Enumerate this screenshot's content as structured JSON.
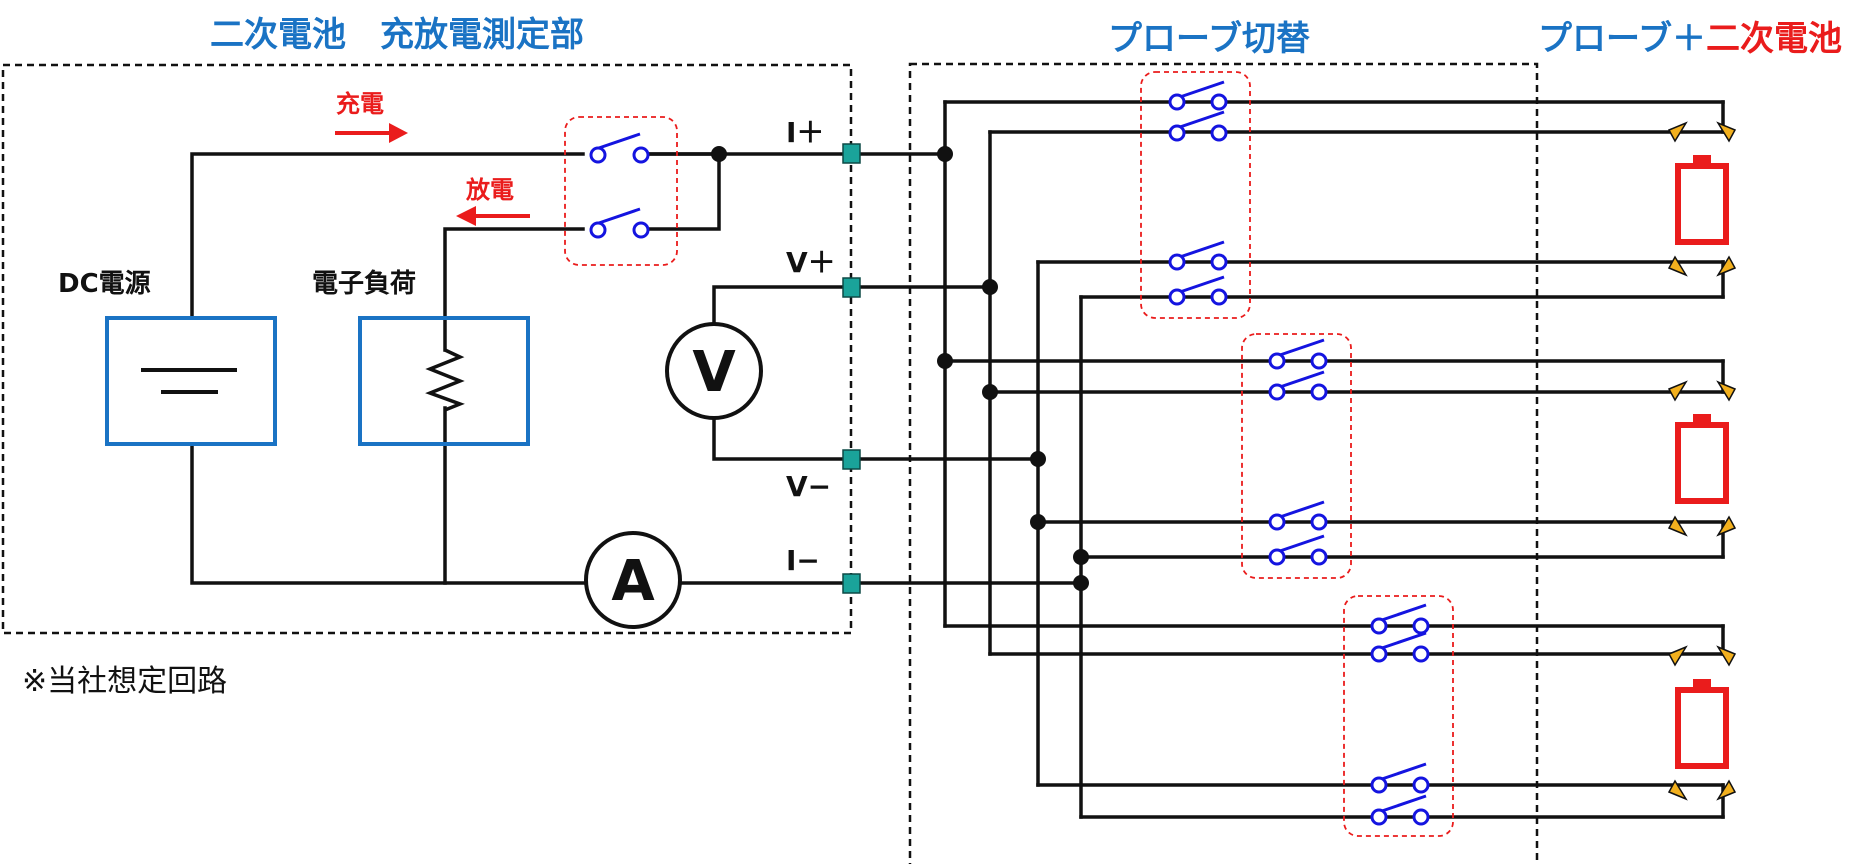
{
  "titles": {
    "measurement_unit": "二次電池　充放電測定部",
    "probe_switch": "プローブ切替",
    "probe_plus": "プローブ＋",
    "secondary_battery": "二次電池"
  },
  "labels": {
    "dc_power": "DC電源",
    "electronic_load": "電子負荷",
    "charge": "充電",
    "discharge": "放電",
    "i_plus": "I＋",
    "v_plus": "V＋",
    "v_minus": "V−",
    "i_minus": "I−",
    "voltmeter": "V",
    "ammeter": "A",
    "note": "※当社想定回路"
  },
  "colors": {
    "wire": "#111111",
    "box_blue": "#1a73c4",
    "switch_blue": "#1414e0",
    "highlight_red": "#ea1c1c",
    "terminal_teal": "#1aa39a",
    "probe_tip": "#f2b01e",
    "title_blue": "#1a73c4"
  },
  "icons": {
    "battery_symbol": "dc-source-icon",
    "resistor_symbol": "resistor-icon",
    "switch_symbol": "switch-icon",
    "cell_symbol": "battery-cell-icon",
    "probe_symbol": "probe-tip-icon"
  }
}
